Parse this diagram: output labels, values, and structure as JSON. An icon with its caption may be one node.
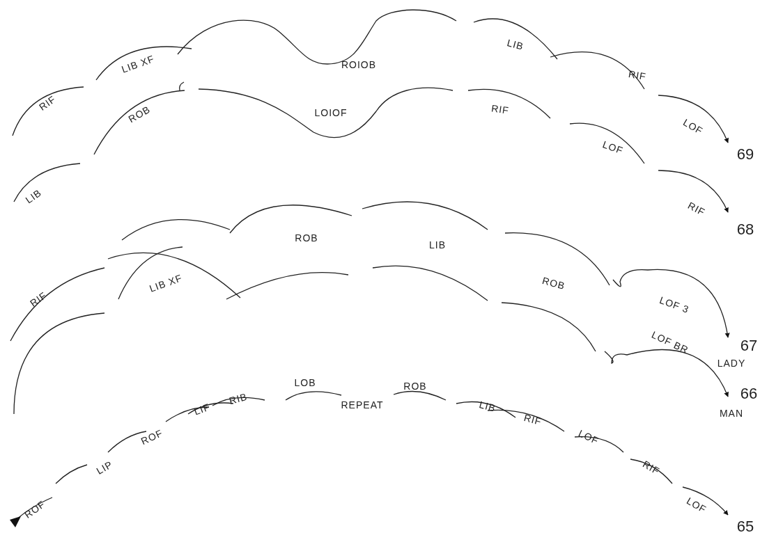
{
  "diagram": {
    "labels": [
      "LIB",
      "ROIOB",
      "LIB XF",
      "RIF",
      "RIF",
      "LOIOF",
      "RIF",
      "ROB",
      "LOF",
      "LOF",
      "69",
      "LIB",
      "RIF",
      "68",
      "ROB",
      "LIB",
      "RIF",
      "LIB XF",
      "ROB",
      "LOF 3",
      "LOF BR",
      "67",
      "LADY",
      "LOB",
      "ROB",
      "RIB",
      "REPEAT",
      "LIF",
      "LIB",
      "66",
      "RIF",
      "MAN",
      "ROF",
      "LOF",
      "LIP",
      "RIF",
      "ROF",
      "LOF",
      "65"
    ]
  }
}
